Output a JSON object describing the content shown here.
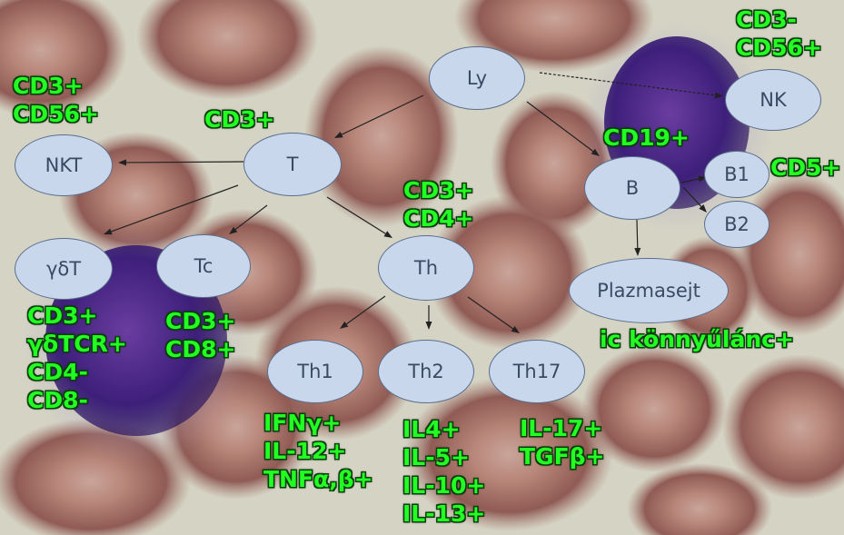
{
  "diagram": {
    "nodes": {
      "ly": "Ly",
      "nk": "NK",
      "nkt": "NKT",
      "t": "T",
      "b": "B",
      "b1": "B1",
      "b2": "B2",
      "gdt": "γδT",
      "tc": "Tc",
      "th": "Th",
      "plazmasejt": "Plazmasejt",
      "th1": "Th1",
      "th2": "Th2",
      "th17": "Th17"
    },
    "markers": {
      "nk": "CD3-\nCD56+",
      "nkt": "CD3+\nCD56+",
      "t": "CD3+",
      "th": "CD3+\nCD4+",
      "b": "CD19+",
      "b1": "CD5+",
      "gdt": "CD3+\nγδTCR+\nCD4-\nCD8-",
      "tc": "CD3+\nCD8+",
      "plazmasejt": "ic könnyűlánc+",
      "th1": "IFNγ+\nIL-12+\nTNFα,β+",
      "th2": "IL4+\nIL-5+\nIL-10+\nIL-13+",
      "th17": "IL-17+\nTGFβ+"
    },
    "colors": {
      "node_fill": "#c9d7ec",
      "node_border": "#5a6e8c",
      "marker_text": "#22ff22",
      "arrow": "#222222"
    }
  }
}
